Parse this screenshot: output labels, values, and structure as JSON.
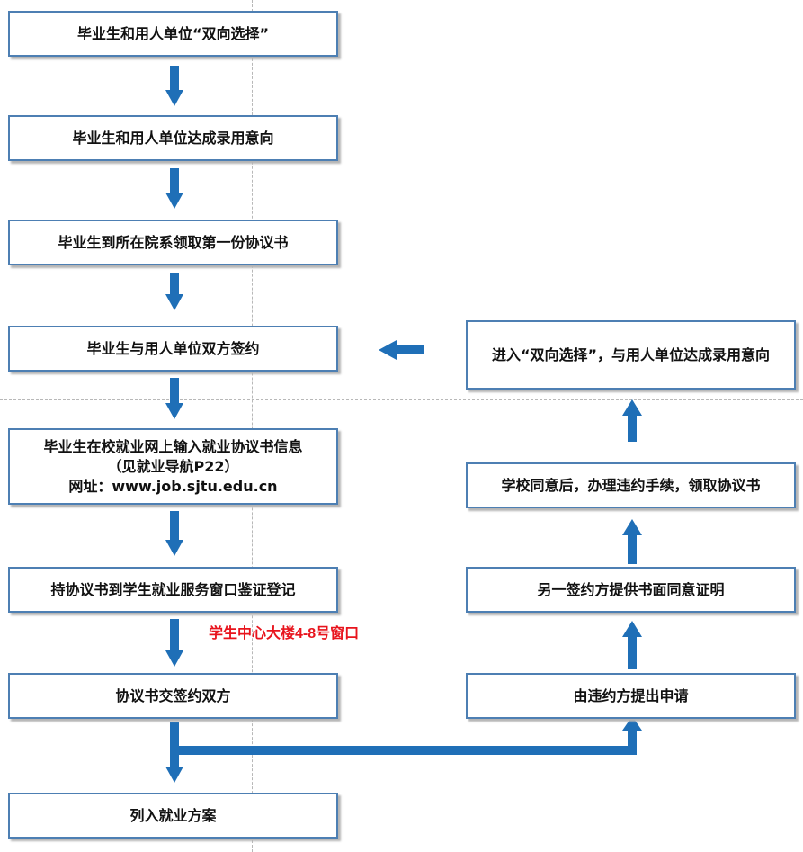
{
  "colors": {
    "box_border": "#4d7fb3",
    "arrow": "#1f6fb7",
    "note_text": "#e8141d",
    "text": "#111111"
  },
  "left_column": {
    "step1": "毕业生和用人单位“双向选择”",
    "step2": "毕业生和用人单位达成录用意向",
    "step3": "毕业生到所在院系领取第一份协议书",
    "step4": "毕业生与用人单位双方签约",
    "step5": {
      "line1": "毕业生在校就业网上输入就业协议书信息",
      "line2": "（见就业导航P22）",
      "line3": "网址：www.job.sjtu.edu.cn"
    },
    "step6": "持协议书到学生就业服务窗口鉴证登记",
    "step7": "协议书交签约双方",
    "step8": "列入就业方案"
  },
  "right_column": {
    "r1": "由违约方提出申请",
    "r2": "另一签约方提供书面同意证明",
    "r3": "学校同意后，办理违约手续，领取协议书",
    "r4": "进入“双向选择”，与用人单位达成录用意向"
  },
  "note": "学生中心大楼4-8号窗口"
}
